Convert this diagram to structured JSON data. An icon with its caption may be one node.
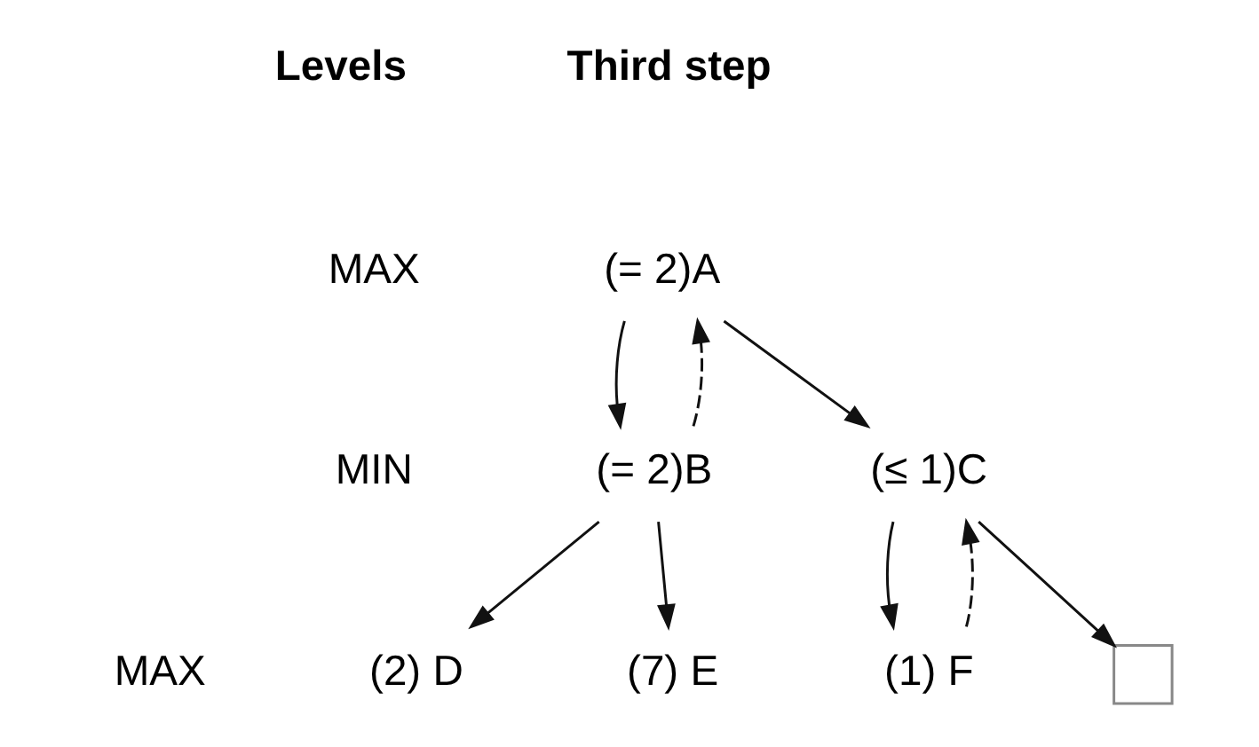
{
  "diagram": {
    "nodes": [
      {
        "text": [
          "(= 2)A"
        ]
      },
      {
        "text": [
          "(= 2)B"
        ]
      },
      {
        "text": [
          "(≤ 1)C"
        ]
      },
      {
        "text": [
          "(2) D"
        ]
      },
      {
        "text": [
          "(7) E"
        ]
      },
      {
        "text": [
          "(1) F"
        ]
      },
      {
        "text": [],
        "shape": "box"
      }
    ],
    "edges": [
      {
        "from": 1,
        "to": 0,
        "arrow": "to",
        "style": "dashed"
      },
      {
        "from": 0,
        "to": 1,
        "arrow": "to"
      },
      {
        "from": 0,
        "to": 2,
        "arrow": "to"
      },
      {
        "from": 1,
        "to": 3,
        "arrow": "to"
      },
      {
        "from": 1,
        "to": 4,
        "arrow": "to"
      },
      {
        "from": 2,
        "to": 5,
        "arrow": "to"
      },
      {
        "from": 5,
        "to": 2,
        "arrow": "to",
        "style": "dashed"
      },
      {
        "from": 2,
        "to": 6,
        "arrow": "to"
      }
    ],
    "labels": [
      "Levels",
      "Third step",
      "MAX",
      "MIN",
      "MAX"
    ]
  }
}
